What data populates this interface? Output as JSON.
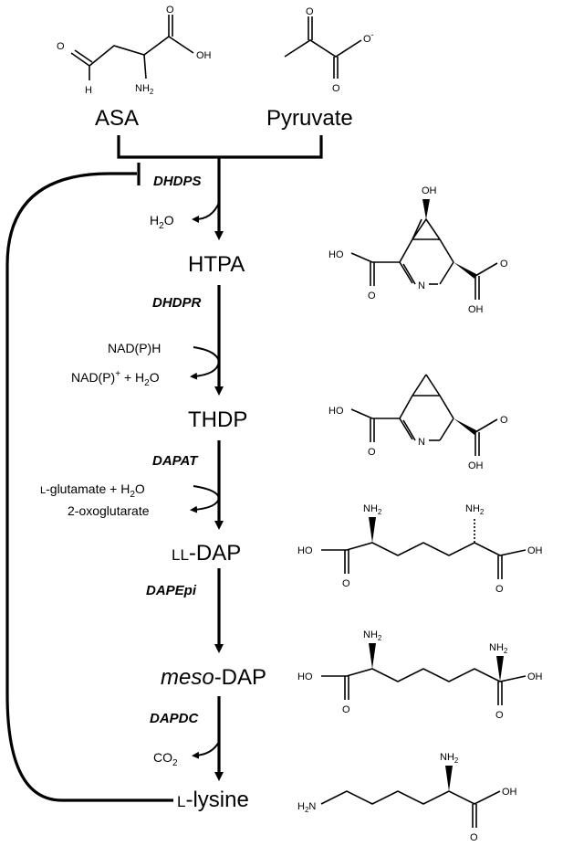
{
  "substrates": {
    "left": "ASA",
    "right": "Pyruvate"
  },
  "steps": [
    {
      "enzyme": "DHDPS"
    },
    {
      "enzyme": "DHDPR"
    },
    {
      "enzyme": "DAPAT"
    },
    {
      "enzyme": "DAPEpi"
    },
    {
      "enzyme": "DAPDC"
    }
  ],
  "intermediates": {
    "htpa": "HTPA",
    "thdp": "THDP",
    "ll_dap_prefix": "LL",
    "ll_dap_suffix": "-DAP",
    "meso_dap_prefix": "meso",
    "meso_dap_suffix": "-DAP",
    "lysine_prefix": "L",
    "lysine_suffix": "-lysine"
  },
  "side_products": {
    "step1_out": {
      "main": "H",
      "sub": "2",
      "tail": "O"
    },
    "step2_in": "NAD(P)H",
    "step2_out": {
      "a": "NAD(P)",
      "sup": "+",
      "b": " + H",
      "sub": "2",
      "c": "O"
    },
    "step3_in": {
      "prefix": "L",
      "a": "-glutamate + H",
      "sub": "2",
      "b": "O"
    },
    "step3_out": "2-oxoglutarate",
    "step5_out": {
      "main": "CO",
      "sub": "2"
    }
  },
  "atom_labels": {
    "O": "O",
    "H": "H",
    "OH": "OH",
    "HO": "HO",
    "N": "N",
    "NH2": "NH",
    "two": "2",
    "H2N": "H",
    "Ominus": "O",
    "minus": "-"
  }
}
